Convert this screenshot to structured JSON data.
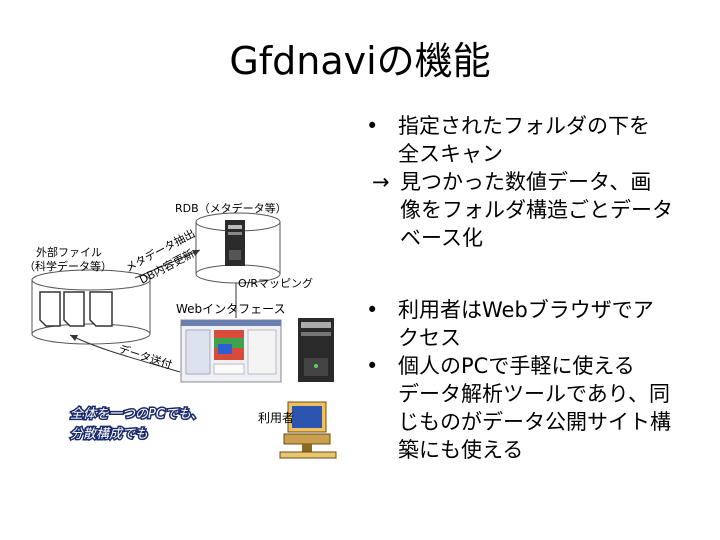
{
  "title": "Gfdnaviの機能",
  "diagram": {
    "rdb_label": "RDB（メタデータ等）",
    "external_files_label_line1": "外部ファイル",
    "external_files_label_line2": "（科学データ等）",
    "meta_extract_line1": "メタデータ抽出",
    "meta_extract_line2": "DB内容更新",
    "or_mapping": "O/Rマッピング",
    "web_interface": "Webインタフェース",
    "data_send": "データ送付",
    "whole_pc_line1": "全体を一つのPCでも、",
    "whole_pc_line2": "分散構成でも",
    "user_label": "利用者"
  },
  "bullets": [
    {
      "bullet_char": "•",
      "lines": [
        "指定されたフォルダの下を",
        "全スキャン"
      ],
      "sub_arrow": "→",
      "sub_lines": [
        "見つかった数値データ、画",
        "像をフォルダ構造ごとデータ",
        "ベース化"
      ]
    },
    {
      "bullet_char": "•",
      "lines": [
        "利用者はWebブラウザでア",
        "クセス"
      ]
    },
    {
      "bullet_char": "•",
      "lines": [
        "個人のPCで手軽に使える",
        "データ解析ツールであり、同",
        "じものがデータ公開サイト構",
        "築にも使える"
      ]
    }
  ]
}
